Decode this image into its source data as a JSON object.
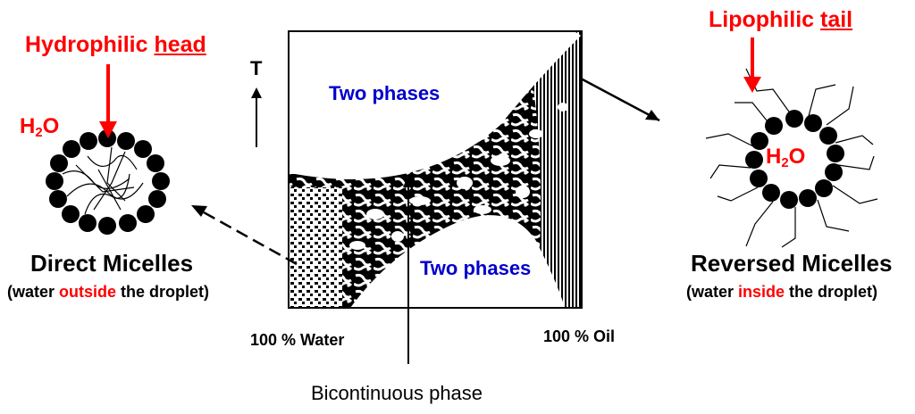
{
  "colors": {
    "red": "#ff0000",
    "blue": "#0000cc",
    "ink": "#000000"
  },
  "left": {
    "annotation_word": "Hydrophilic",
    "annotation_emph": "head",
    "water_main": "H",
    "water_sub": "2",
    "water_tail": "O",
    "title": "Direct Micelles",
    "sub_pre": "(water ",
    "sub_key": "outside",
    "sub_post": " the droplet)"
  },
  "right": {
    "annotation_word": "Lipophilic",
    "annotation_emph": "tail",
    "water_main": "H",
    "water_sub": "2",
    "water_tail": "O",
    "title": "Reversed Micelles",
    "sub_pre": "(water ",
    "sub_key": "inside",
    "sub_post": " the droplet)"
  },
  "diagram": {
    "axis_label": "T",
    "upper_region": "Two phases",
    "lower_region": "Two phases",
    "x_left": "100 % Water",
    "x_right": "100 % Oil",
    "middle_label": "Bicontinuous phase"
  }
}
